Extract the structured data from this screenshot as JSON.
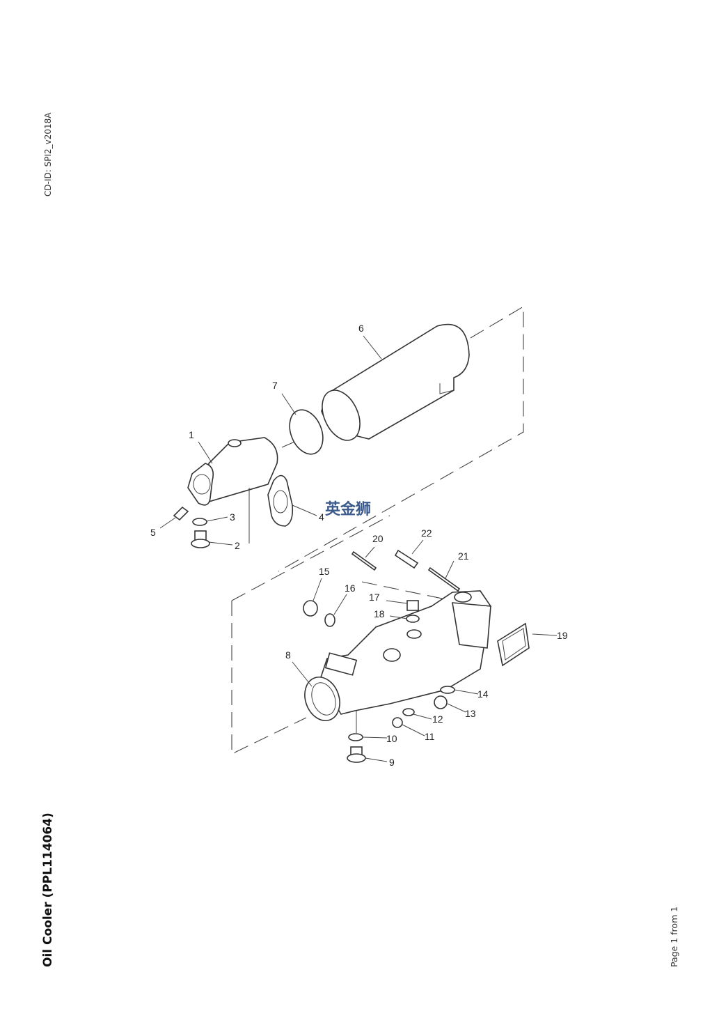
{
  "document": {
    "cd_id": "CD-ID: SPI2_v2018A",
    "title": "Oil Cooler (PPL114064)",
    "page_info": "Page 1 from 1"
  },
  "watermark": "英金狮",
  "callouts": {
    "c1": "1",
    "c2": "2",
    "c3": "3",
    "c4": "4",
    "c5": "5",
    "c6": "6",
    "c7": "7",
    "c8": "8",
    "c9": "9",
    "c10": "10",
    "c11": "11",
    "c12": "12",
    "c13": "13",
    "c14": "14",
    "c15": "15",
    "c16": "16",
    "c17": "17",
    "c18": "18",
    "c19": "19",
    "c20": "20",
    "c21": "21",
    "c22": "22"
  }
}
